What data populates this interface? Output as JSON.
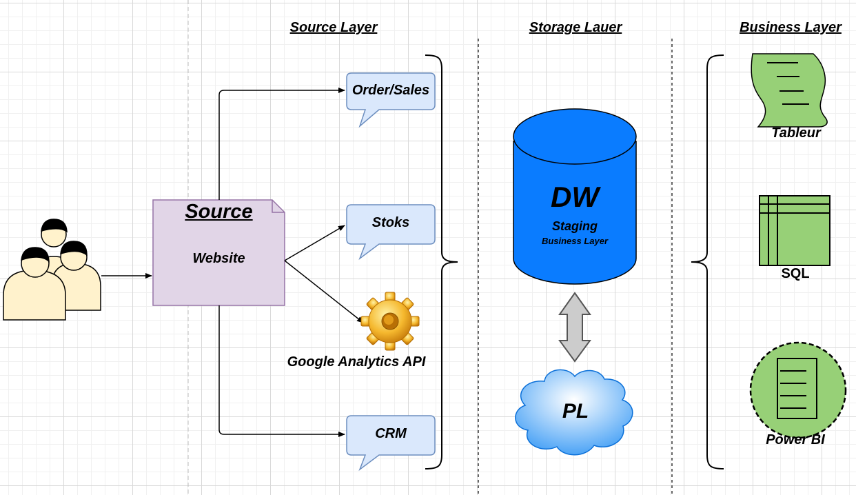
{
  "layers": {
    "source": "Source Layer",
    "storage": "Storage Lauer",
    "business": "Business Layer"
  },
  "source_doc": {
    "title": "Source",
    "subtitle": "Website"
  },
  "sources": {
    "order_sales": "Order/Sales",
    "stoks": "Stoks",
    "google_analytics": "Google Analytics API",
    "crm": "CRM"
  },
  "warehouse": {
    "title": "DW",
    "line1": "Staging",
    "line2": "Business Layer"
  },
  "cloud": {
    "label": "PL"
  },
  "bi_tools": {
    "tableur": "Tableur",
    "sql": "SQL",
    "power_bi": "Power BI"
  },
  "colors": {
    "doc_fill": "#e1d5e7",
    "doc_stroke": "#9673a6",
    "callout_fill": "#dae8fc",
    "callout_stroke": "#6c8ebf",
    "cylinder_fill": "#0a7cff",
    "tool_fill": "#97d077",
    "user_fill": "#fff2cc"
  },
  "icons": [
    "users-icon",
    "gear-icon",
    "cloud-icon",
    "tape-icon",
    "table-icon",
    "document-icon",
    "double-arrow-icon"
  ]
}
